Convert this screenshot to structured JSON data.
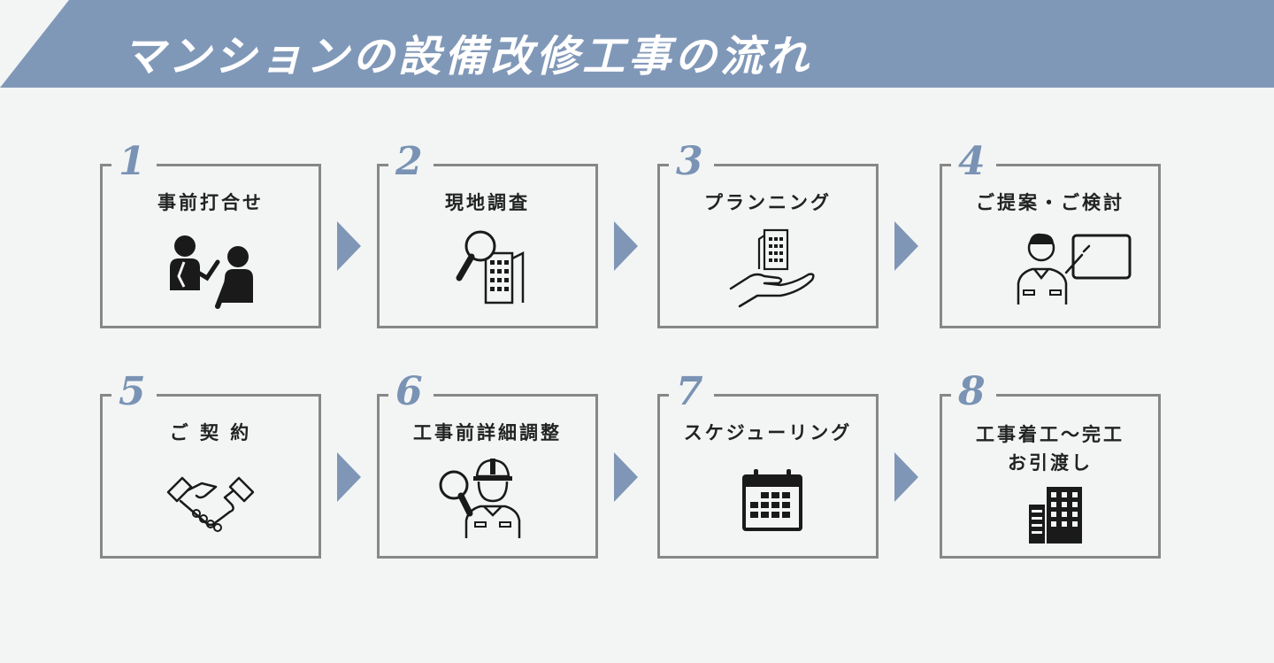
{
  "header": {
    "title": "マンションの設備改修工事の流れ",
    "bg_color": "#8098b8"
  },
  "colors": {
    "accent": "#7a93b4",
    "border": "#878787",
    "background": "#f3f5f5"
  },
  "steps": [
    {
      "number": "1",
      "label": "事前打合せ",
      "icon": "meeting-people-icon"
    },
    {
      "number": "2",
      "label": "現地調査",
      "icon": "magnifier-building-icon"
    },
    {
      "number": "3",
      "label": "プランニング",
      "icon": "hand-building-icon"
    },
    {
      "number": "4",
      "label": "ご提案・ご検討",
      "icon": "presenter-board-icon"
    },
    {
      "number": "5",
      "label": "ご 契 約",
      "icon": "handshake-icon"
    },
    {
      "number": "6",
      "label": "工事前詳細調整",
      "icon": "worker-magnifier-icon"
    },
    {
      "number": "7",
      "label": "スケジューリング",
      "icon": "calendar-icon"
    },
    {
      "number": "8",
      "label_line1": "工事着工〜完工",
      "label_line2": "お引渡し",
      "icon": "buildings-icon"
    }
  ]
}
